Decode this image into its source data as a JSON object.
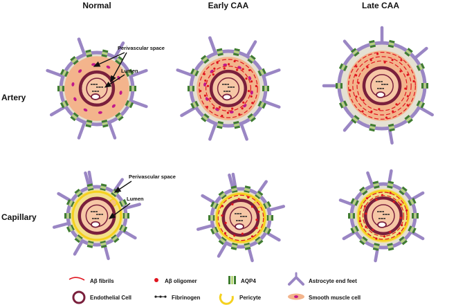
{
  "columns": [
    "Normal",
    "Early CAA",
    "Late CAA"
  ],
  "rows": [
    "Artery",
    "Capillary"
  ],
  "annotations": {
    "artery_perivascular": "Perivascular space",
    "artery_lumen": "Lumen",
    "capillary_perivascular": "Perivascular space",
    "capillary_lumen": "Lumen"
  },
  "legend": {
    "abeta_fibrils": "Aβ fibrils",
    "abeta_oligomer": "Aβ oligomer",
    "aqp4": "AQP4",
    "astrocyte_end_feet": "Astrocyte end feet",
    "endothelial_cell": "Endothelial Cell",
    "fibrinogen": "Fibrinogen",
    "pericyte": "Pericyte",
    "smooth_muscle_cell": "Smooth muscle cell"
  },
  "colors": {
    "astrocyte": "#9a86c4",
    "aqp4": "#3f7d2f",
    "aqp4_light": "#b7d77a",
    "endothelial": "#7a1f3c",
    "lumen": "#f6c7a6",
    "smooth_muscle": "#f3b48c",
    "smc_nucleus": "#c2188a",
    "perivascular": "#e4e0d2",
    "pericyte": "#f5d11f",
    "pericyte_fill": "#f7c37a",
    "abeta_fibril": "#e0141e",
    "abeta_oligomer": "#e0141e",
    "fibrinogen": "#222222"
  }
}
